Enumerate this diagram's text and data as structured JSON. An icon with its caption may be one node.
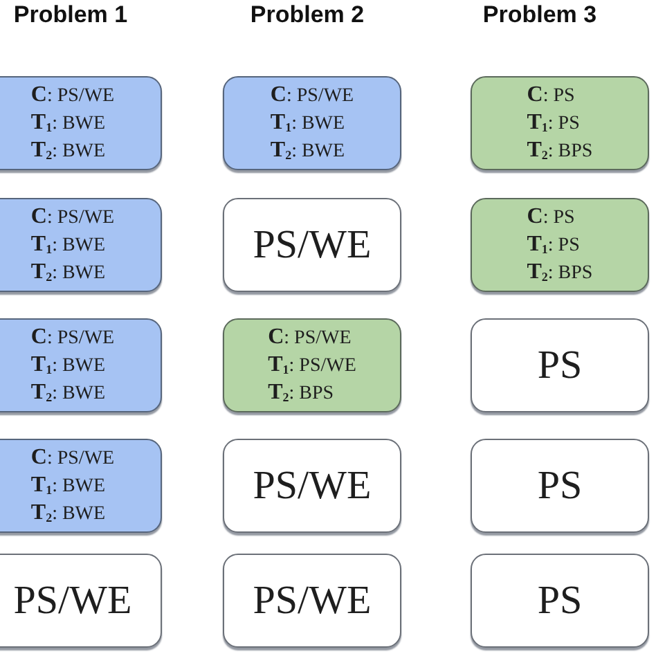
{
  "diagram": {
    "nodes": [
      {
        "text": [
          "**C**: PS/WE",
          "**T**$_{1}$: BWE",
          "**T**$_{2}$: BWE"
        ]
      },
      {
        "text": [
          "**C**: PS/WE",
          "**T**$_{1}$: BWE",
          "**T**$_{2}$: BWE"
        ]
      },
      {
        "text": [
          "**C**: PS",
          "**T**$_{1}$: PS",
          "**T**$_{2}$: BPS"
        ]
      },
      {
        "text": [
          "**C**: PS/WE",
          "**T**$_{1}$: BWE",
          "**T**$_{2}$: BWE"
        ]
      },
      {
        "text": [
          "PS/WE"
        ]
      },
      {
        "text": [
          "**C**: PS",
          "**T**$_{1}$: PS",
          "**T**$_{2}$: BPS"
        ]
      },
      {
        "text": [
          "**C**: PS/WE",
          "**T**$_{1}$: BWE",
          "**T**$_{2}$: BWE"
        ]
      },
      {
        "text": [
          "**C**: PS/WE",
          "**T**$_{1}$: PS/WE",
          "**T**$_{2}$: BPS"
        ]
      },
      {
        "text": [
          "PS"
        ]
      },
      {
        "text": [
          "**C**: PS/WE",
          "**T**$_{1}$: BWE",
          "**T**$_{2}$: BWE"
        ]
      },
      {
        "text": [
          "PS/WE"
        ]
      },
      {
        "text": [
          "PS"
        ]
      },
      {
        "text": [
          "PS/WE"
        ]
      },
      {
        "text": [
          "PS/WE"
        ]
      },
      {
        "text": [
          "PS"
        ]
      }
    ],
    "labels": [
      "Problem 1",
      "Problem 2",
      "Problem 3"
    ]
  }
}
